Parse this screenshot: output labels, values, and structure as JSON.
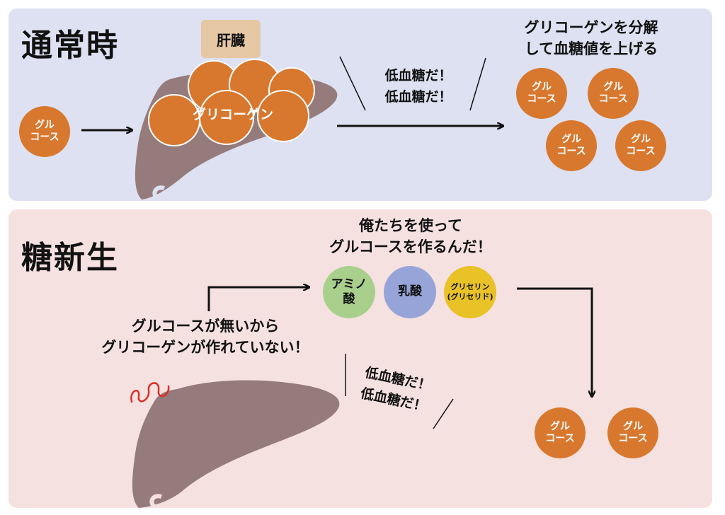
{
  "normal": {
    "title": "通常時",
    "liver_label": "肝臓",
    "glucose_in": [
      "グル",
      "コース"
    ],
    "glycogen_label": "グリコーゲン",
    "shout": [
      "低血糖だ！",
      "低血糖だ！"
    ],
    "result_caption": [
      "グリコーゲンを分解",
      "して血糖値を上げる"
    ],
    "glucose_out": [
      [
        "グル",
        "コース"
      ],
      [
        "グル",
        "コース"
      ],
      [
        "グル",
        "コース"
      ],
      [
        "グル",
        "コース"
      ]
    ]
  },
  "gluconeogenesis": {
    "title": "糖新生",
    "speech": [
      "俺たちを使って",
      "グルコースを作るんだ！"
    ],
    "materials": [
      {
        "label": [
          "アミノ",
          "酸"
        ],
        "color": "#a9cf8c"
      },
      {
        "label": [
          "乳酸"
        ],
        "color": "#97a4d8"
      },
      {
        "label": [
          "グリセリン",
          "(グリセリド)"
        ],
        "color": "#e8c227"
      }
    ],
    "no_glucose_text": [
      "グルコースが無いから",
      "グリコーゲンが作れていない！"
    ],
    "shout": [
      "低血糖だ！",
      "低血糖だ！"
    ],
    "glucose_out": [
      [
        "グル",
        "コース"
      ],
      [
        "グル",
        "コース"
      ]
    ]
  },
  "colors": {
    "top_panel": "#dde1f1",
    "bottom_panel": "#f6e1e1",
    "glucose": "#d8782e",
    "liver": "#957b7b",
    "liver_label_bg": "#e6c7a4",
    "alarm": "#d8312a"
  }
}
